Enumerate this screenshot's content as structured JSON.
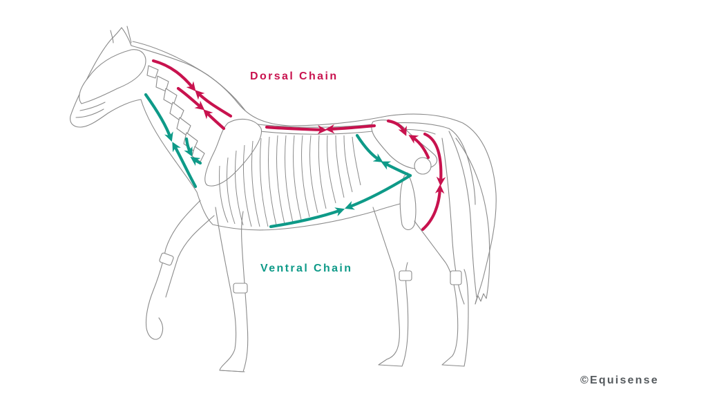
{
  "diagram": {
    "subject": "Horse skeleton with muscle chains",
    "labels": {
      "dorsal_chain": "Dorsal Chain",
      "ventral_chain": "Ventral Chain"
    },
    "copyright": "©Equisense",
    "colors": {
      "dorsal": "#C8124E",
      "ventral": "#0E9A88",
      "outline": "#8a8a8a",
      "copyright_text": "#555a5e",
      "background": "#ffffff"
    },
    "arrow_groups": [
      {
        "chain": "dorsal",
        "region": "neck",
        "count": 4
      },
      {
        "chain": "dorsal",
        "region": "back",
        "count": 2
      },
      {
        "chain": "dorsal",
        "region": "croup",
        "count": 2
      },
      {
        "chain": "dorsal",
        "region": "hindquarter",
        "count": 2
      },
      {
        "chain": "ventral",
        "region": "neck",
        "count": 4
      },
      {
        "chain": "ventral",
        "region": "abdomen-flank",
        "count": 2
      },
      {
        "chain": "ventral",
        "region": "belly",
        "count": 2
      }
    ]
  }
}
